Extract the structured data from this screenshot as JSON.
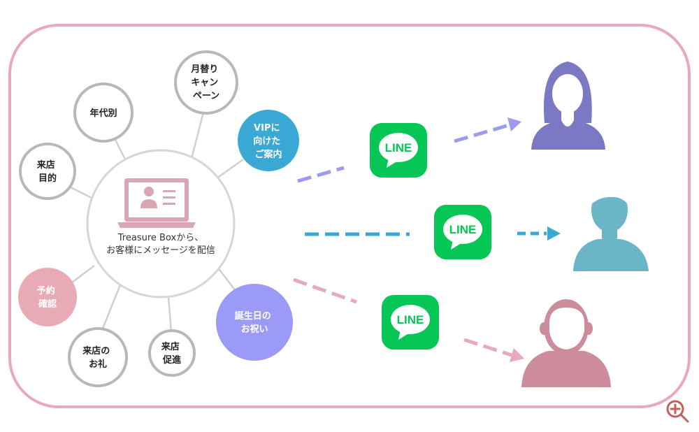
{
  "center": {
    "lines": [
      "Treasure Boxから、",
      "お客様にメッセージを配信"
    ]
  },
  "nodes": [
    {
      "id": "monthly-campaign",
      "lines": [
        "月替り",
        "キャン",
        "ペーン"
      ],
      "style": "gray"
    },
    {
      "id": "by-age",
      "lines": [
        "年代別"
      ],
      "style": "gray"
    },
    {
      "id": "visit-purpose",
      "lines": [
        "来店",
        "目的"
      ],
      "style": "gray"
    },
    {
      "id": "reservation-confirm",
      "lines": [
        "予約",
        "確認"
      ],
      "style": "pink"
    },
    {
      "id": "visit-thanks",
      "lines": [
        "来店の",
        "お礼"
      ],
      "style": "gray"
    },
    {
      "id": "visit-promotion",
      "lines": [
        "来店",
        "促進"
      ],
      "style": "gray"
    },
    {
      "id": "vip-guide",
      "lines": [
        "VIPに",
        "向けた",
        "ご案内"
      ],
      "style": "blue"
    },
    {
      "id": "birthday",
      "lines": [
        "誕生日の",
        "お祝い"
      ],
      "style": "purple"
    }
  ],
  "line_badges": [
    "LINE",
    "LINE",
    "LINE"
  ],
  "recipients": [
    {
      "name": "woman-avatar-icon",
      "color": "#7b79c4"
    },
    {
      "name": "boy-avatar-icon",
      "color": "#6ab6c6"
    },
    {
      "name": "man-avatar-icon",
      "color": "#cc8c9c"
    }
  ],
  "colors": {
    "frame": "#e8aab8",
    "gray_ring": "#b8b8b8",
    "pink_node": "#e8abb6",
    "blue_node": "#3aa8d4",
    "purple_node": "#9b9bf7",
    "line_green": "#06c755",
    "arrow_purple": "#9b9bf2",
    "arrow_blue": "#3aa8d4",
    "arrow_pink": "#e8aab8",
    "laptop": "#d9a6b4",
    "zoom": "#c0615c"
  },
  "icons": {
    "zoom": "zoom-in-icon",
    "laptop": "laptop-icon"
  }
}
